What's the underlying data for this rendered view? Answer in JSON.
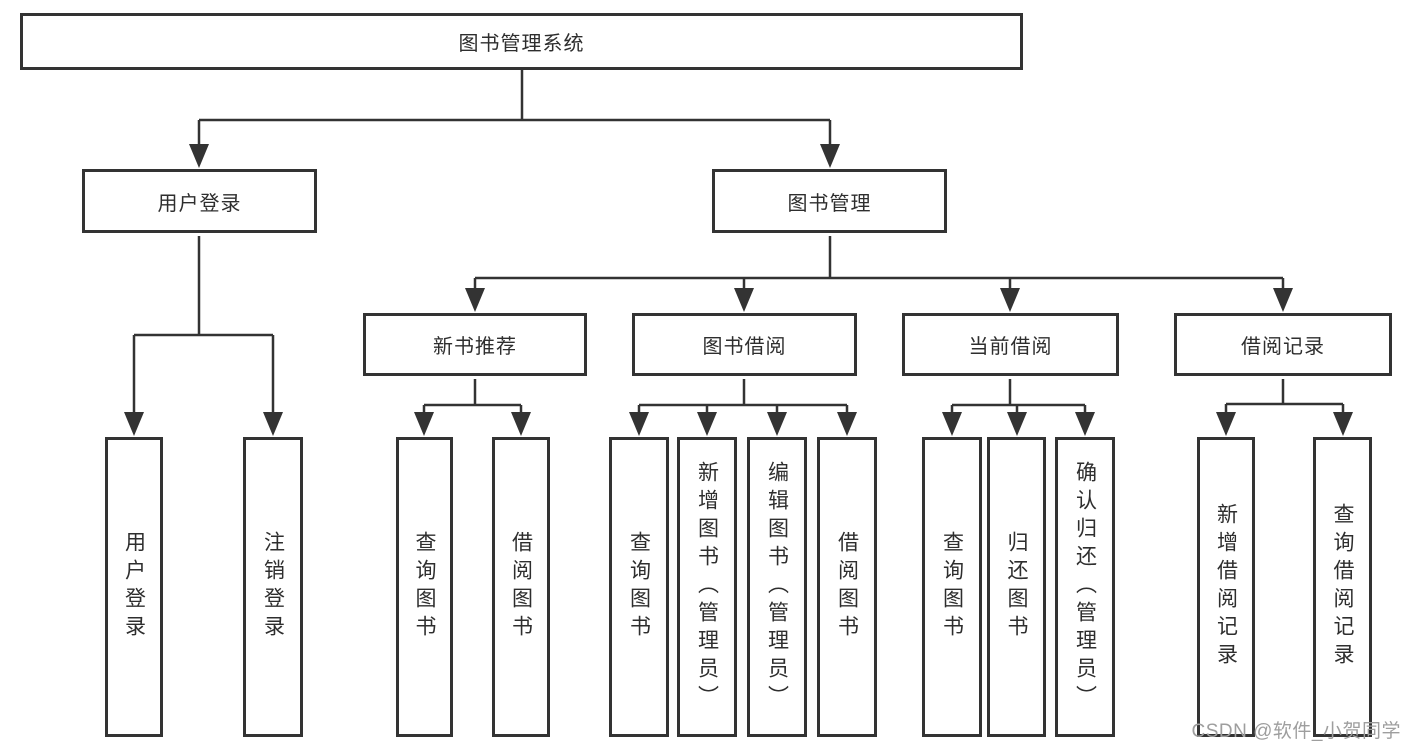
{
  "diagram_type": "hierarchy-tree",
  "colors": {
    "line": "#333333",
    "box_border": "#333333",
    "text": "#2e2e2e",
    "background": "#ffffff",
    "watermark": "#9e9e9e"
  },
  "tree": {
    "label": "图书管理系统",
    "children": [
      {
        "label": "用户登录",
        "children": [
          {
            "label": "用户登录"
          },
          {
            "label": "注销登录"
          }
        ]
      },
      {
        "label": "图书管理",
        "children": [
          {
            "label": "新书推荐",
            "children": [
              {
                "label": "查询图书"
              },
              {
                "label": "借阅图书"
              }
            ]
          },
          {
            "label": "图书借阅",
            "children": [
              {
                "label": "查询图书"
              },
              {
                "label": "新增图书（管理员）"
              },
              {
                "label": "编辑图书（管理员）"
              },
              {
                "label": "借阅图书"
              }
            ]
          },
          {
            "label": "当前借阅",
            "children": [
              {
                "label": "查询图书"
              },
              {
                "label": "归还图书"
              },
              {
                "label": "确认归还（管理员）"
              }
            ]
          },
          {
            "label": "借阅记录",
            "children": [
              {
                "label": "新增借阅记录"
              },
              {
                "label": "查询借阅记录"
              }
            ]
          }
        ]
      }
    ]
  },
  "watermark": {
    "text": "CSDN @软件_小贺同学"
  }
}
